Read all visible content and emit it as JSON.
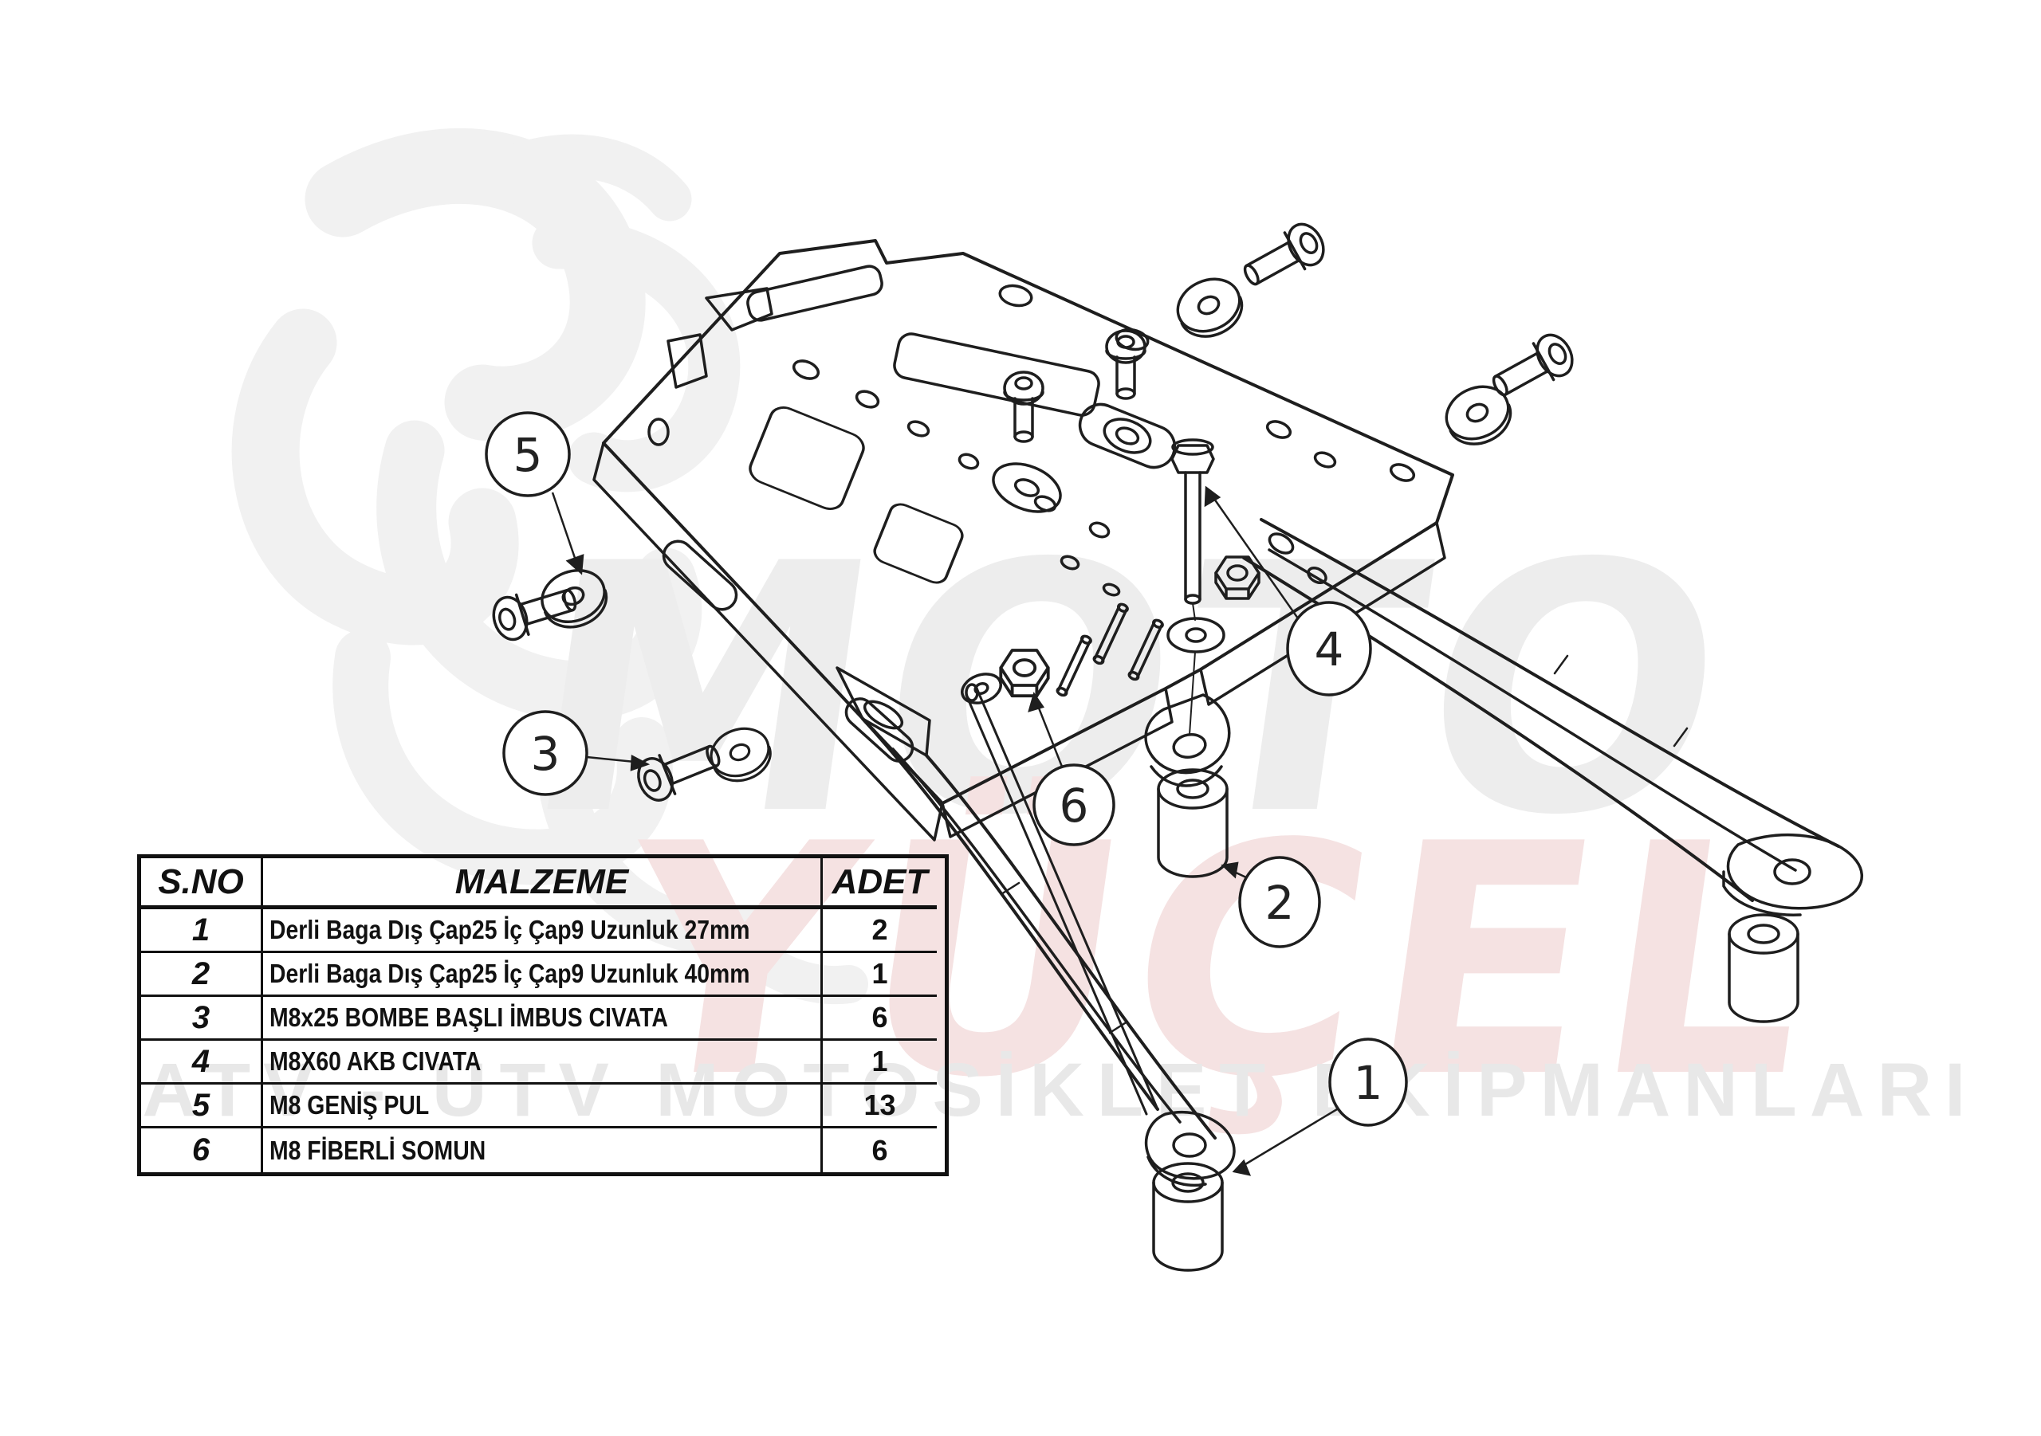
{
  "watermark": {
    "brand_top": "MOTO",
    "brand_bottom": "YÜÇEL",
    "tagline": "ATV - UTV MOTOSİKLET EKİPMANLARI",
    "colors": {
      "gray_letters": "#ededed",
      "pink_letters": "#f5e2e2",
      "tagline_gray": "#e8e8e8",
      "lion_gray": "#f1f1f1"
    }
  },
  "diagram": {
    "line_color": "#1e1e1e",
    "balloons": [
      {
        "id": "1"
      },
      {
        "id": "2"
      },
      {
        "id": "3"
      },
      {
        "id": "4"
      },
      {
        "id": "5"
      },
      {
        "id": "6"
      }
    ]
  },
  "table": {
    "headers": [
      "S.NO",
      "MALZEME",
      "ADET"
    ],
    "rows": [
      {
        "no": "1",
        "malzeme": "Derli Baga Dış Çap25 İç Çap9 Uzunluk 27mm",
        "adet": "2"
      },
      {
        "no": "2",
        "malzeme": "Derli Baga Dış Çap25 İç Çap9 Uzunluk 40mm",
        "adet": "1"
      },
      {
        "no": "3",
        "malzeme": "M8x25 BOMBE BAŞLI İMBUS CIVATA",
        "adet": "6"
      },
      {
        "no": "4",
        "malzeme": "M8X60 AKB CIVATA",
        "adet": "1"
      },
      {
        "no": "5",
        "malzeme": "M8 GENİŞ PUL",
        "adet": "13"
      },
      {
        "no": "6",
        "malzeme": "M8 FİBERLİ SOMUN",
        "adet": "6"
      }
    ]
  }
}
